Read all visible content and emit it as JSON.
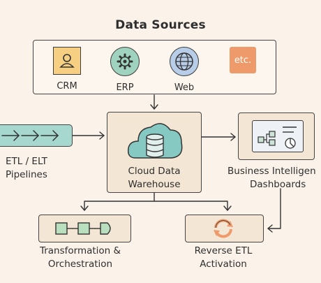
{
  "title": "Data Sources",
  "sources": [
    {
      "label": "CRM",
      "icon": "user-icon",
      "color": "#f7cf83"
    },
    {
      "label": "ERP",
      "icon": "gear-icon",
      "color": "#9fd3c0"
    },
    {
      "label": "Web",
      "icon": "globe-icon",
      "color": "#b8cde8"
    },
    {
      "label": "",
      "icon": "etc-icon",
      "badge": "etc.",
      "color": "#ee9a6a"
    }
  ],
  "etl": {
    "line1": "ETL / ELT",
    "line2": "Pipelines"
  },
  "warehouse": {
    "line1": "Cloud Data",
    "line2": "Warehouse"
  },
  "bi": {
    "line1": "Business Intelligen",
    "line2": "Dashboards"
  },
  "transform": {
    "line1": "Transformation &",
    "line2": "Orchestration"
  },
  "reverse": {
    "line1": "Reverse ETL",
    "line2": "Activation"
  },
  "colors": {
    "background": "#fbf3ea",
    "node_fill": "#f4e6d4",
    "pipeline_fill": "#a7d8cf",
    "cloud_fill": "#86c9c3",
    "db_fill": "#e1efec",
    "transform_fill": "#b9dfbf",
    "recycle_orange": "#ee9a6a"
  }
}
